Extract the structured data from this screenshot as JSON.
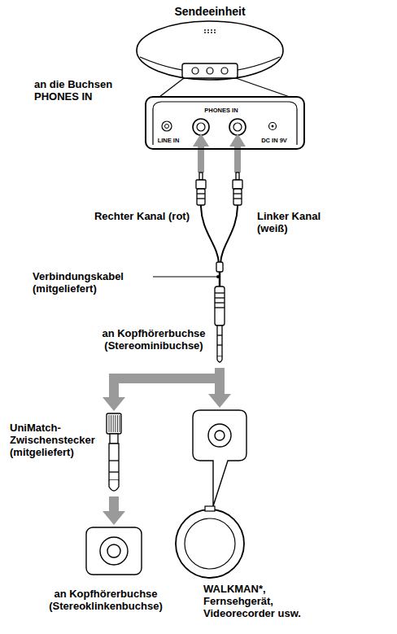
{
  "diagram": {
    "nodes": [
      {
        "text": [
          "LINE IN",
          "PHONES IN",
          "DC IN 9V"
        ]
      }
    ],
    "labels": [
      "Sendeeinheit",
      "an die Buchsen PHONES IN",
      "Rechter Kanal (rot)",
      "Linker Kanal (weiß)",
      "Verbindungskabel (mitgeliefert)",
      "an Kopfhörerbuchse (Stereominibuchse)",
      "UniMatch-Zwischenstecker (mitgeliefert)",
      "an Kopfhörerbuchse (Stereoklinkenbuchse)",
      "WALKMAN*, Fernsehgerät, Videorecorder usw."
    ]
  }
}
